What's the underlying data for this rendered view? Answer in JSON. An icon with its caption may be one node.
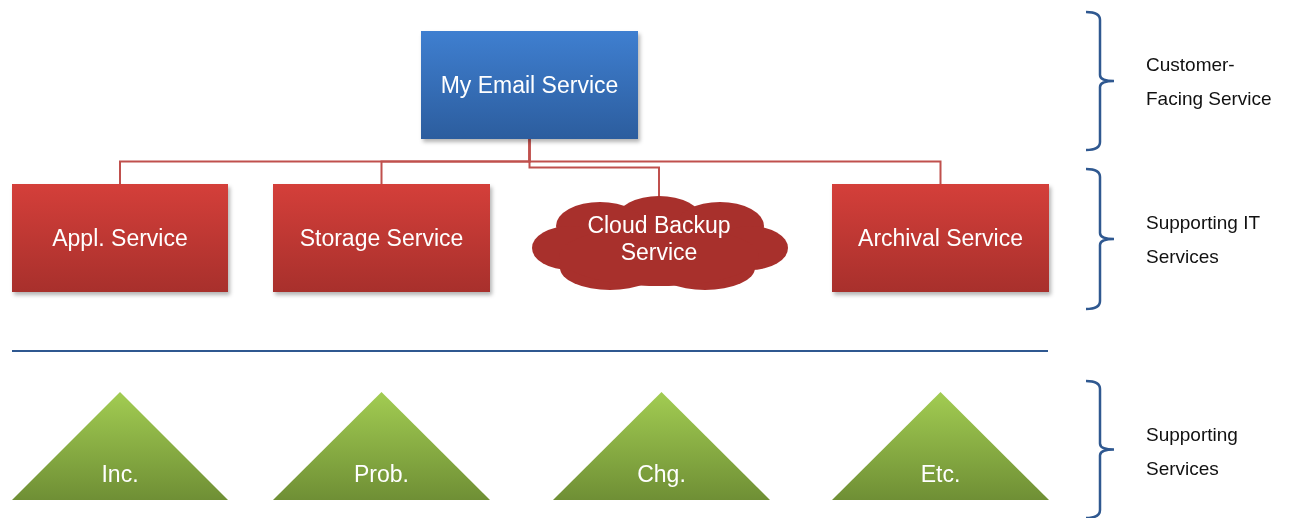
{
  "diagram": {
    "nodes": [
      {
        "text": [
          "My Email Service"
        ]
      },
      {
        "text": [
          "Appl. Service"
        ]
      },
      {
        "text": [
          "Storage Service"
        ]
      },
      {
        "text": [
          "Cloud Backup Service"
        ]
      },
      {
        "text": [
          "Archival Service"
        ]
      },
      {
        "text": [
          "Inc."
        ]
      },
      {
        "text": [
          "Prob."
        ]
      },
      {
        "text": [
          "Chg."
        ]
      },
      {
        "text": [
          "Etc."
        ]
      }
    ],
    "edges": [
      {
        "from": 0,
        "to": 1,
        "arrow": "none"
      },
      {
        "from": 0,
        "to": 2,
        "arrow": "none"
      },
      {
        "from": 0,
        "to": 3,
        "arrow": "none"
      },
      {
        "from": 0,
        "to": 4,
        "arrow": "none"
      }
    ],
    "labels": [
      "Customer-Facing Service",
      "Supporting IT Services",
      "Supporting Services"
    ]
  }
}
